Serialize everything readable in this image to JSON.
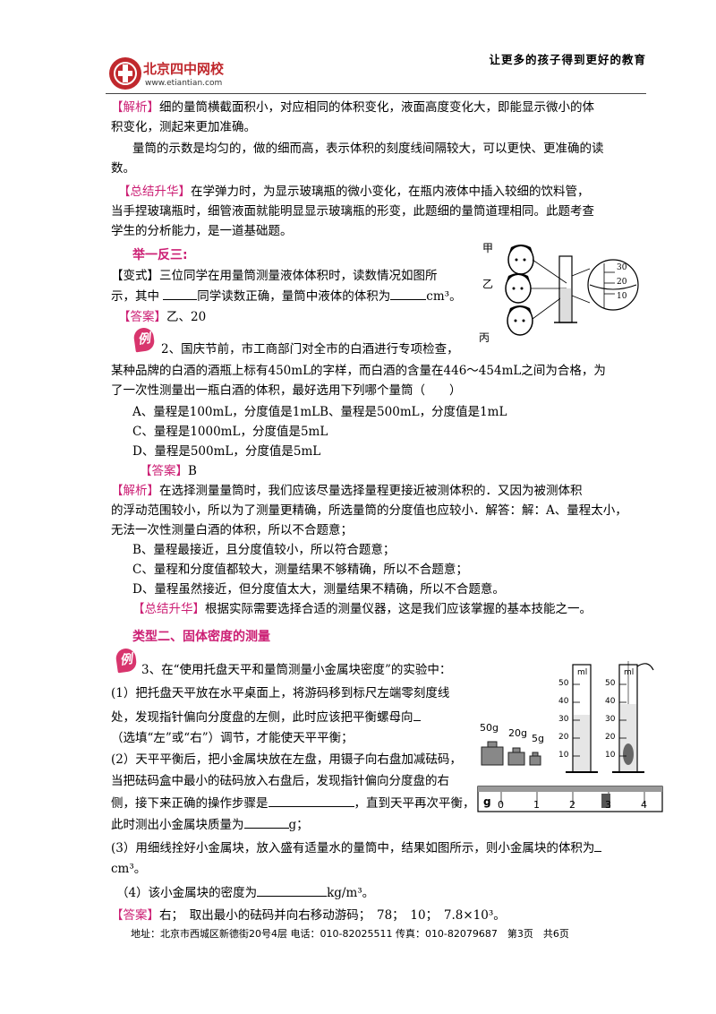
{
  "header": {
    "logo_cn": "北京四中网校",
    "logo_url": "www.etiantian.com",
    "tagline": "让更多的孩子得到更好的教育"
  },
  "block1": {
    "l1_tag": "【解析】",
    "l1": "细的量筒横截面积小，对应相同的体积变化，液面高度变化大，即能显示微小的体",
    "l2": "积变化，测起来更加准确。",
    "l3": "量筒的示数是均匀的，做的细而高，表示体积的刻度线间隔较大，可以更快、更准确的读",
    "l4": "数。",
    "l5_tag": "【总结升华】",
    "l5": "在学弹力时，为显示玻璃瓶的微小变化，在瓶内液体中插入较细的饮料管，",
    "l6": "当手捏玻璃瓶时，细管液面就能明显显示玻璃瓶的形变，此题细的量筒道理相同。此题考查",
    "l7": "学生的分析能力，是一道基础题。"
  },
  "variant": {
    "title": "举一反三:",
    "l1": "【变式】三位同学在用量筒测量液体体积时，读数情况如图所",
    "l2a": "示，其中",
    "l2b": "同学读数正确，量筒中液体的体积为",
    "l2c": "cm³。",
    "ans_tag": "【答案】",
    "ans": "乙、20",
    "fig_labels": [
      "甲",
      "乙",
      "丙"
    ],
    "fig_scale": [
      "30",
      "20",
      "10"
    ]
  },
  "ex2": {
    "badge": "例",
    "l1": "2、国庆节前，市工商部门对全市的白酒进行专项检查，",
    "l2": "某种品牌的白酒的酒瓶上标有450mL的字样，而白酒的含量在446～454mL之间为合格，为",
    "l3": "了一次性测量出一瓶白酒的体积，最好选用下列哪个量筒（　　）",
    "optA": "A、量程是100mL，分度值是1mLB、量程是500mL，分度值是1mL",
    "optC": "C、量程是1000mL，分度值是5mL",
    "optD": "D、量程是500mL，分度值是5mL",
    "ans_tag": "【答案】",
    "ans": "B",
    "exp_tag": "【解析】",
    "e1": "在选择测量量筒时，我们应该尽量选择量程更接近被测体积的．又因为被测体积",
    "e2": "的浮动范围较小，所以为了测量更精确，所选量筒的分度值也应较小．解答：解：A、量程太小，",
    "e3": "无法一次性测量白酒的体积，所以不合题意；",
    "e4": "B、量程最接近，且分度值较小，所以符合题意；",
    "e5": "C、量程和分度值都较大，测量结果不够精确，所以不合题意；",
    "e6": "D、量程虽然接近，但分度值太大，测量结果不精确，所以不合题意。",
    "sum_tag": "【总结升华】",
    "sum": "根据实际需要选择合适的测量仪器，这是我们应该掌握的基本技能之一。"
  },
  "type2": {
    "title": "类型二、固体密度的测量"
  },
  "ex3": {
    "badge": "例",
    "l1": "3、在“使用托盘天平和量筒测量小金属块密度”的实验中：",
    "l2": "(1）把托盘天平放在水平桌面上，将游码移到标尺左端零刻度线",
    "l3": "处，发现指针偏向分度盘的左侧，此时应该把平衡螺母向",
    "l4": "（选填“左”或“右”）调节，才能使天平平衡；",
    "l5": "(2）天平平衡后，把小金属块放在左盘，用镊子向右盘加减砝码，",
    "l6": "当把砝码盒中最小的砝码放入右盘后，发现指针偏向分度盘的右",
    "l7a": "侧，接下来正确的操作步骤是",
    "l7b": "，直到天平再次平衡，",
    "l8a": "此时测出小金属块质量为",
    "l8b": "g；",
    "l9": "(3）用细线拴好小金属块，放入盛有适量水的量筒中，结果如图所示，则小金属块的体积为",
    "l10": "cm³。",
    "l11a": "（4）该小金属块的密度为",
    "l11b": "kg/m³。",
    "ans_tag": "【答案】",
    "ans": "右；　取出最小的砝码并向右移动游码；　78；　10；　7.8×10³。",
    "weights": [
      "50g",
      "20g",
      "5g"
    ],
    "cyl_unit": "ml",
    "cyl_scale": [
      "50",
      "40",
      "30",
      "20",
      "10"
    ],
    "ruler_unit": "g",
    "ruler_nums": [
      "0",
      "1",
      "2",
      "3",
      "4"
    ]
  },
  "footer": {
    "text": "地址：北京市西城区新德街20号4层 电话：010-82025511 传真：010-82079687　第3页　共6页"
  }
}
